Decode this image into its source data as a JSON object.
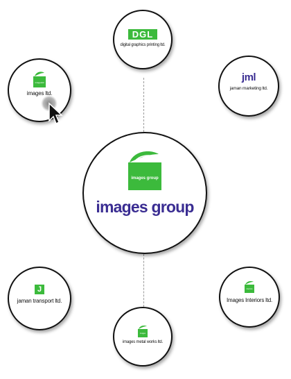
{
  "colors": {
    "green": "#3cba3c",
    "purple": "#3a2d92",
    "border": "#111111"
  },
  "center": {
    "logo_text": "images group",
    "name": "images group"
  },
  "companies": {
    "dgl": {
      "logo_text": "DGL",
      "name": "digital graphics printing ltd."
    },
    "images": {
      "logo_text": "imagesltd",
      "name": "images ltd."
    },
    "jml": {
      "logo_text": "jml",
      "name": "jaman marketing ltd."
    },
    "transport": {
      "logo_text": "J",
      "name": "jaman transport ltd."
    },
    "interiors": {
      "logo_text": "interiors",
      "name": "Images Interiors ltd."
    },
    "metal": {
      "logo_text": "images",
      "name": "images metal works ltd."
    }
  },
  "icons": {
    "pointer": "cursor-arrow-icon",
    "leaf": "leaf-logo-icon"
  }
}
